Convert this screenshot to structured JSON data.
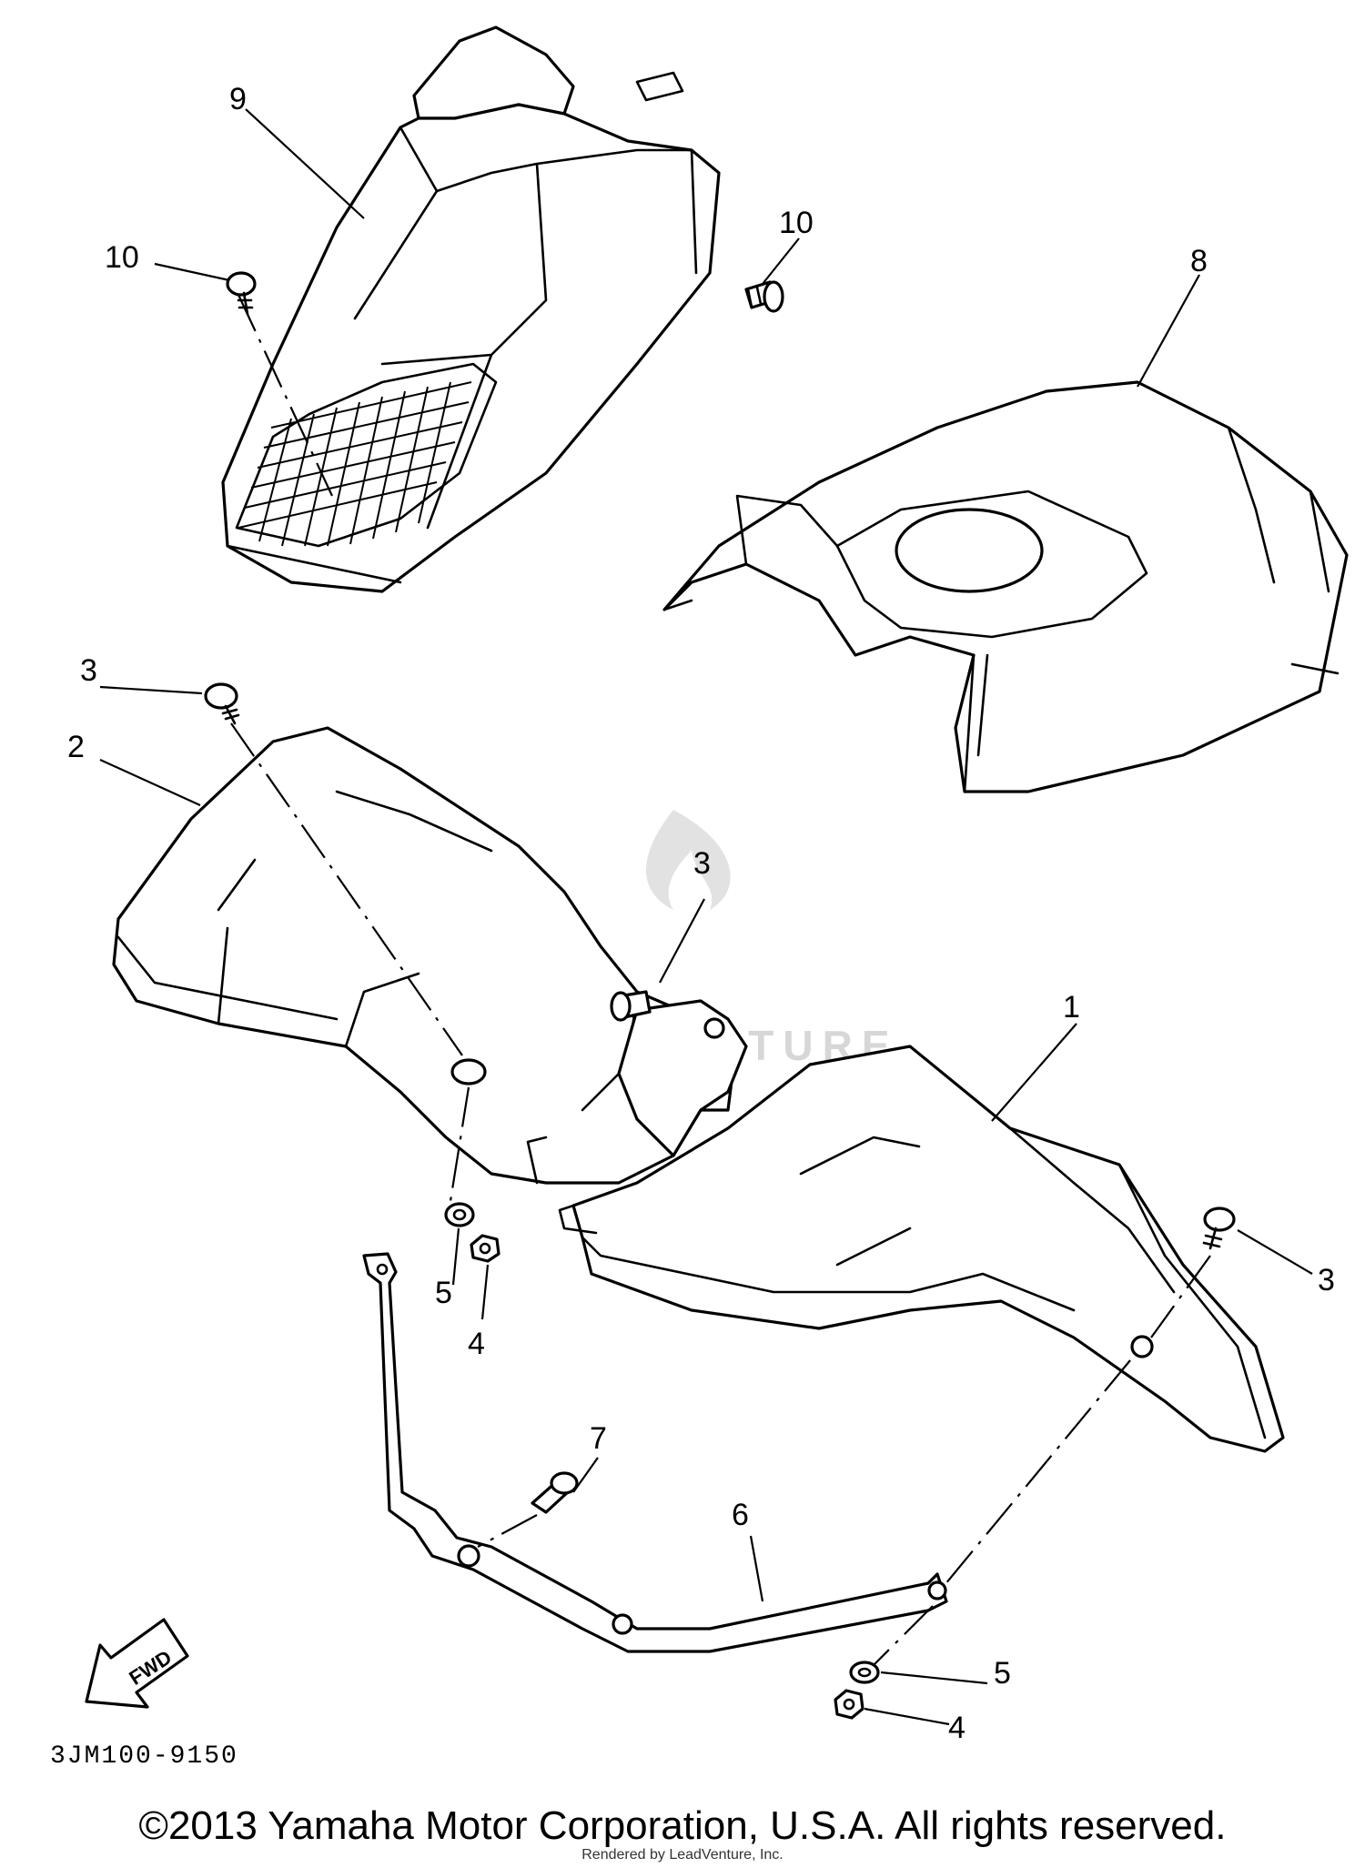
{
  "diagram": {
    "callouts": {
      "c1": "1",
      "c2": "2",
      "c3a": "3",
      "c3b": "3",
      "c3c": "3",
      "c4a": "4",
      "c4b": "4",
      "c5a": "5",
      "c5b": "5",
      "c6": "6",
      "c7": "7",
      "c8": "8",
      "c9": "9",
      "c10a": "10",
      "c10b": "10"
    },
    "fwd_label": "FWD",
    "drawing_code": "3JM100-9150",
    "watermark": "LEADVENTURE"
  },
  "footer": {
    "copyright": "©2013 Yamaha Motor Corporation, U.S.A. All rights reserved.",
    "rendered_by": "Rendered by LeadVenture, Inc."
  }
}
